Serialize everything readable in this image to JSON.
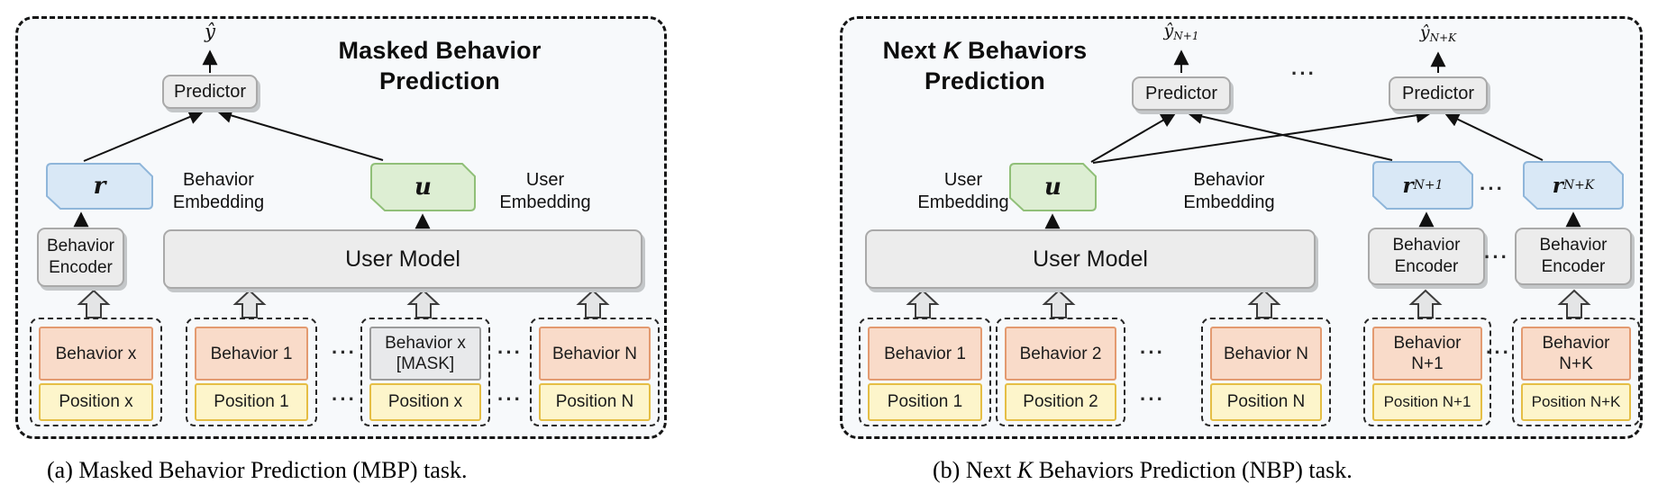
{
  "colors": {
    "panel_bg": "#f7f9fb",
    "module_fill": "#ececec",
    "module_border": "#a9a9a9",
    "behavior_fill": "#f9dbc9",
    "behavior_border": "#e39a70",
    "position_fill": "#fdf5cb",
    "position_border": "#e5be45",
    "mask_fill": "#e8e9eb",
    "mask_border": "#9b9b9b",
    "r_fill": "#d9e8f6",
    "r_border": "#8fb6da",
    "u_fill": "#ddeed3",
    "u_border": "#90bf78"
  },
  "panel_a": {
    "title": {
      "line1": "Masked Behavior",
      "line2": "Prediction"
    },
    "yhat": "ŷ",
    "predictor_label": "Predictor",
    "r_symbol": "r",
    "u_symbol": "u",
    "behavior_embedding": {
      "line1": "Behavior",
      "line2": "Embedding"
    },
    "user_embedding": {
      "line1": "User",
      "line2": "Embedding"
    },
    "behavior_encoder": {
      "line1": "Behavior",
      "line2": "Encoder"
    },
    "user_model_label": "User Model",
    "ellipsis": "···",
    "groups": [
      {
        "behavior": "Behavior x",
        "position": "Position x"
      },
      {
        "behavior": "Behavior 1",
        "position": "Position 1"
      },
      {
        "behavior_line1": "Behavior x",
        "behavior_line2": "[MASK]",
        "position": "Position x"
      },
      {
        "behavior": "Behavior N",
        "position": "Position N"
      }
    ],
    "caption": "(a) Masked Behavior Prediction (MBP) task."
  },
  "panel_b": {
    "title": {
      "pre": "Next ",
      "k": "K",
      "post": " Behaviors",
      "line2": "Prediction"
    },
    "yhat1": {
      "base": "ŷ",
      "sub": "N+1"
    },
    "yhat2": {
      "base": "ŷ",
      "sub": "N+K"
    },
    "predictor1_label": "Predictor",
    "predictor2_label": "Predictor",
    "user_embedding": {
      "line1": "User",
      "line2": "Embedding"
    },
    "behavior_embedding": {
      "line1": "Behavior",
      "line2": "Embedding"
    },
    "u_symbol": "u",
    "r1": {
      "base": "r",
      "sub": "N+1"
    },
    "r2": {
      "base": "r",
      "sub": "N+K"
    },
    "user_model_label": "User Model",
    "behavior_encoder1": {
      "line1": "Behavior",
      "line2": "Encoder"
    },
    "behavior_encoder2": {
      "line1": "Behavior",
      "line2": "Encoder"
    },
    "ellipsis": "···",
    "groups": [
      {
        "behavior": "Behavior 1",
        "position": "Position 1"
      },
      {
        "behavior": "Behavior 2",
        "position": "Position 2"
      },
      {
        "behavior": "Behavior N",
        "position": "Position N"
      },
      {
        "behavior_line1": "Behavior",
        "behavior_line2": "N+1",
        "position": "Position N+1"
      },
      {
        "behavior_line1": "Behavior",
        "behavior_line2": "N+K",
        "position": "Position N+K"
      }
    ],
    "caption": {
      "pre": "(b) Next ",
      "k": "K",
      "post": " Behaviors Prediction (NBP) task."
    }
  }
}
